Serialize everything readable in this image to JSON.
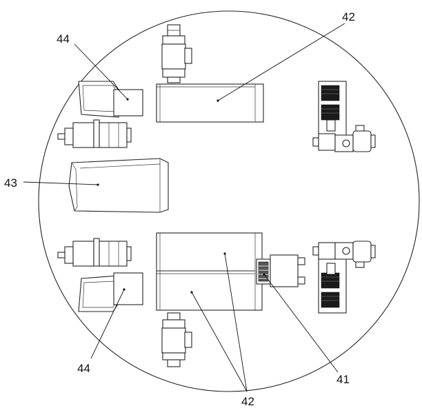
{
  "diagram": {
    "labels": {
      "label_41": "41",
      "label_42_top": "42",
      "label_42_bottom": "42",
      "label_43": "43",
      "label_44_top": "44",
      "label_44_bottom": "44"
    }
  }
}
